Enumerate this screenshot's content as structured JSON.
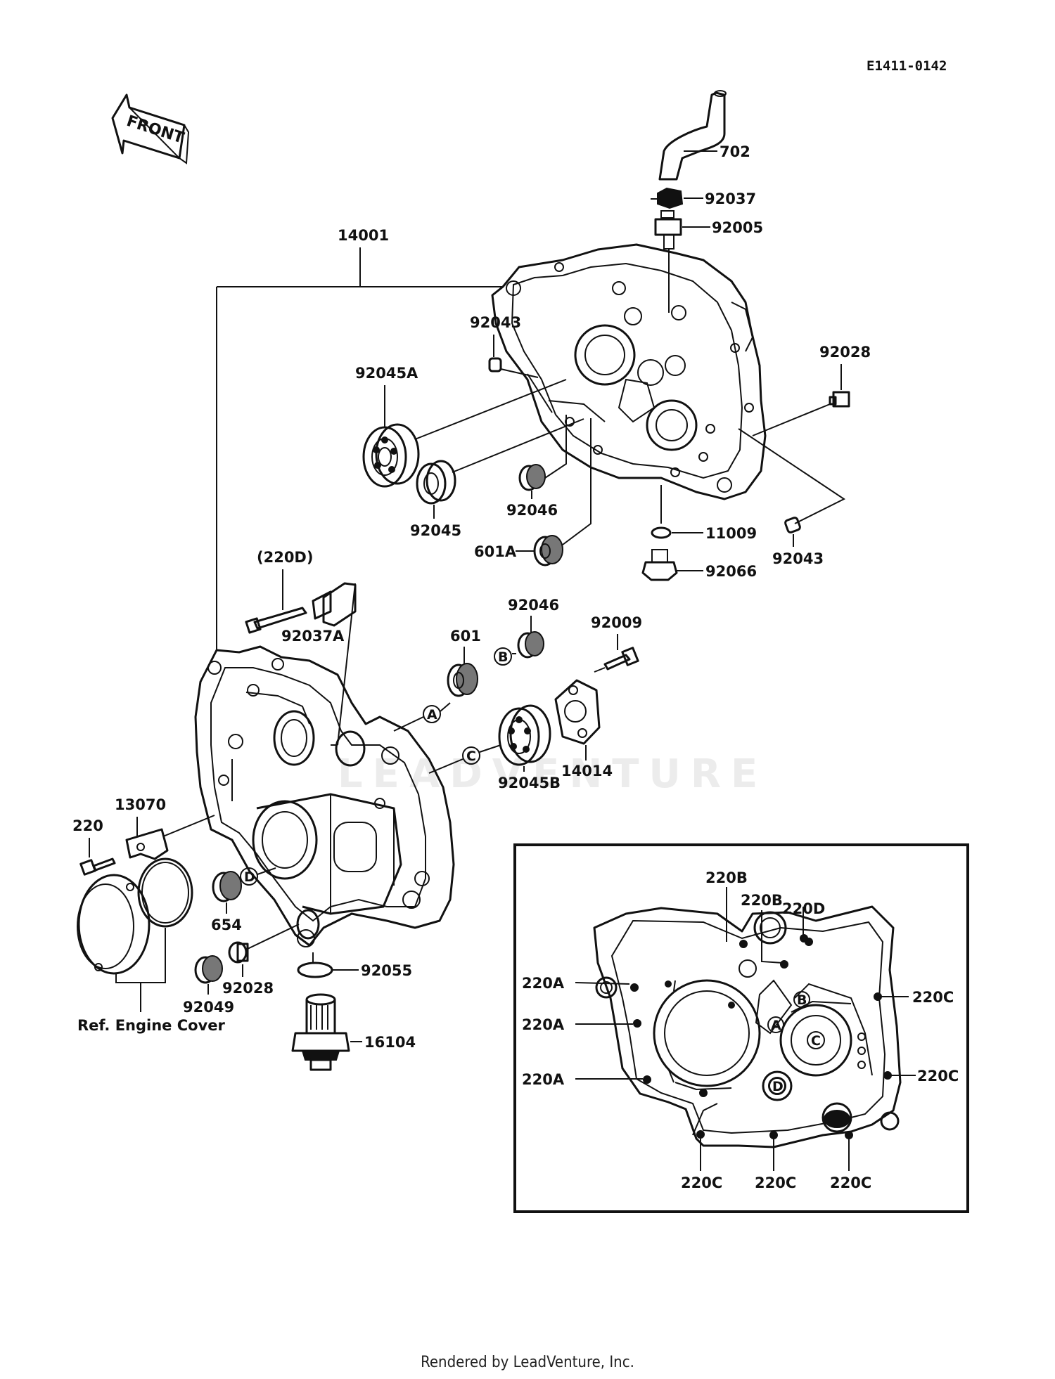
{
  "diagram_code": "E1411-0142",
  "front_arrow_label": "FRONT",
  "reference_label": "Ref. Engine Cover",
  "footer": "Rendered by LeadVenture, Inc.",
  "watermark": "LEADVENTURE",
  "callouts": {
    "c702": "702",
    "c92037": "92037",
    "c92005": "92005",
    "c14001": "14001",
    "c92043_top": "92043",
    "c92028_top": "92028",
    "c92045A": "92045A",
    "c92045": "92045",
    "c92046_top": "92046",
    "c601A": "601A",
    "c11009": "11009",
    "c92066": "92066",
    "c92043_right": "92043",
    "c220D_paren": "(220D)",
    "c92037A": "92037A",
    "c92046_mid": "92046",
    "c601": "601",
    "c92009": "92009",
    "c14014": "14014",
    "c92045B": "92045B",
    "c13070": "13070",
    "c220": "220",
    "c654": "654",
    "c92028_bot": "92028",
    "c92049": "92049",
    "c92055": "92055",
    "c16104": "16104"
  },
  "reference_markers": {
    "A": "A",
    "B": "B",
    "C": "C",
    "D": "D"
  },
  "inset": {
    "labels": {
      "b220B_1": "220B",
      "b220B_2": "220B",
      "b220D": "220D",
      "a220A_1": "220A",
      "a220A_2": "220A",
      "a220A_3": "220A",
      "c220C_1": "220C",
      "c220C_2": "220C",
      "c220C_3": "220C",
      "c220C_4": "220C",
      "c220C_5": "220C"
    },
    "markers": {
      "A": "A",
      "B": "B",
      "C": "C",
      "D": "D"
    }
  }
}
